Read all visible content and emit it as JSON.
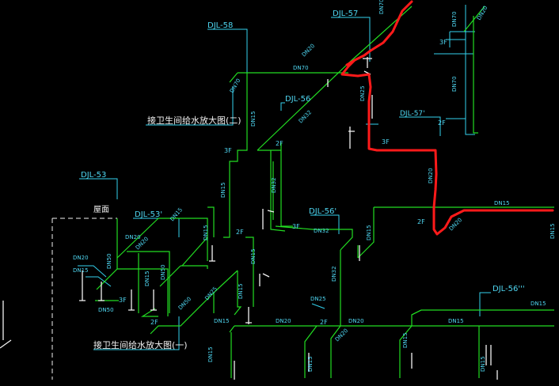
{
  "drawing": {
    "background": "#000000",
    "colors": {
      "pipe": "#22dd22",
      "leader": "#33d2ee",
      "label": "#4fd7f2",
      "fixture": "#f2f2f2",
      "highlight": "#ff1a1a"
    }
  },
  "labels": {
    "djl58": "DJL-58",
    "djl57": "DJL-57",
    "djl56": "DJL-56",
    "djl57p": "DJL-57'",
    "djl53": "DJL-53",
    "djl53p": "DJL-53'",
    "djl56p": "DJL-56'",
    "djl56ppp": "DJL-56'''",
    "roof": "屋面",
    "title2": "接卫生间给水放大图(二)",
    "title1": "接卫生间给水放大图(一)"
  },
  "pipe_labels": {
    "dn70_top": "DN70",
    "dn70_r1": "DN70",
    "dn70_r2": "DN70",
    "dn70_r3": "DN70",
    "dn70_mid": "DN70",
    "dn50_a": "DN50",
    "dn25_a": "DN25",
    "dn32_a": "DN32",
    "dn15_a": "DN15",
    "dn20_r": "DN20",
    "dn15_r": "DN15",
    "dn15_far": "DN15",
    "dn20_low": "DN20",
    "dn15_b": "DN15",
    "dn32_b": "DN32",
    "dn32_c": "DN32",
    "dn15_c": "DN15",
    "dn15_d": "DN15",
    "dn32_d": "DN32",
    "dn25_b": "DN25",
    "dn20_c": "DN20",
    "dn20_d": "DN20",
    "dn15_e": "DN15",
    "dn15_f": "DN15",
    "dn15_g": "DN15",
    "dn15_h": "DN15",
    "dn15_i": "DN15",
    "dn50_b": "DN50",
    "dn20_e": "DN20",
    "dn15_j": "DN15",
    "dn25_c": "DN25",
    "dn20_f": "DN20",
    "dn20_g": "DN20",
    "dn15_k": "DN15",
    "dn20_h": "DN20",
    "dn50_c": "DN50",
    "dn50_d": "DN50",
    "dn15_l": "DN15",
    "dn15_m": "DN15",
    "dn15_n": "DN15",
    "dn15_o": "DN15",
    "dn20_i": "DN20",
    "dn15_p": "DN15"
  },
  "floor_labels": {
    "f3_a": "3F",
    "f2_a": "2F",
    "f3_b": "3F",
    "f2_b": "2F",
    "f3_c": "3F",
    "f2_c": "2F",
    "f2_d": "2F",
    "f3_d": "3F",
    "f2_e": "2F",
    "f3_e": "3F",
    "f2_f": "2F"
  }
}
